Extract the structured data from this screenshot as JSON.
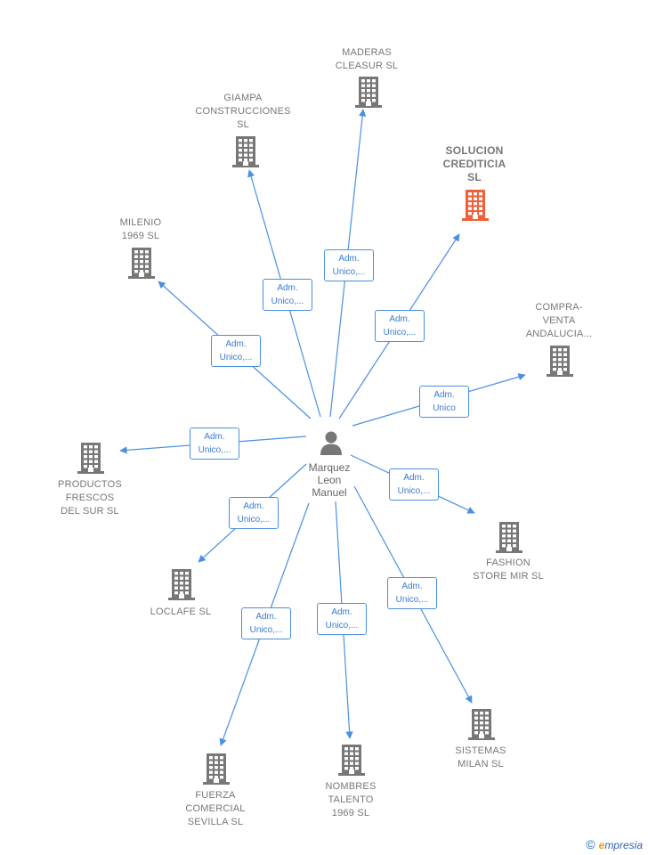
{
  "center": {
    "name": "Marquez\nLeon\nManuel"
  },
  "nodes": [
    {
      "id": "madeiras",
      "label": "MADERAS\nCLEASUR  SL",
      "role": "Adm.\nUnico,...",
      "color": "#777777",
      "highlight": false
    },
    {
      "id": "giampa",
      "label": "GIAMPA\nCONSTRUCCIONES\nSL",
      "role": "Adm.\nUnico,...",
      "color": "#777777",
      "highlight": false
    },
    {
      "id": "solucion",
      "label": "SOLUCION\nCREDITICIA\nSL",
      "role": "Adm.\nUnico,...",
      "color": "#f0613a",
      "highlight": true
    },
    {
      "id": "milenio",
      "label": "MILENIO\n1969  SL",
      "role": "Adm.\nUnico,...",
      "color": "#777777",
      "highlight": false
    },
    {
      "id": "compra",
      "label": "COMPRA-\nVENTA\nANDALUCIA...",
      "role": "Adm.\nUnico",
      "color": "#777777",
      "highlight": false
    },
    {
      "id": "productos",
      "label": "PRODUCTOS\nFRESCOS\nDEL SUR  SL",
      "role": "Adm.\nUnico,...",
      "color": "#777777",
      "highlight": false
    },
    {
      "id": "fashion",
      "label": "FASHION\nSTORE MIR  SL",
      "role": "Adm.\nUnico,...",
      "color": "#777777",
      "highlight": false
    },
    {
      "id": "loclafe",
      "label": "LOCLAFE  SL",
      "role": "Adm.\nUnico,...",
      "color": "#777777",
      "highlight": false
    },
    {
      "id": "sistemas",
      "label": "SISTEMAS\nMILAN  SL",
      "role": "Adm.\nUnico,...",
      "color": "#777777",
      "highlight": false
    },
    {
      "id": "nombres",
      "label": "NOMBRES\nTALENTO\n1969  SL",
      "role": "Adm.\nUnico,...",
      "color": "#777777",
      "highlight": false
    },
    {
      "id": "fuerza",
      "label": "FUERZA\nCOMERCIAL\nSEVILLA  SL",
      "role": "Adm.\nUnico,...",
      "color": "#777777",
      "highlight": false
    }
  ],
  "footer": {
    "copyright": "©",
    "brand_e": "e",
    "brand_rest": "mpresia"
  },
  "colors": {
    "edge": "#4a90e2",
    "building": "#777777",
    "highlight": "#f0613a"
  }
}
